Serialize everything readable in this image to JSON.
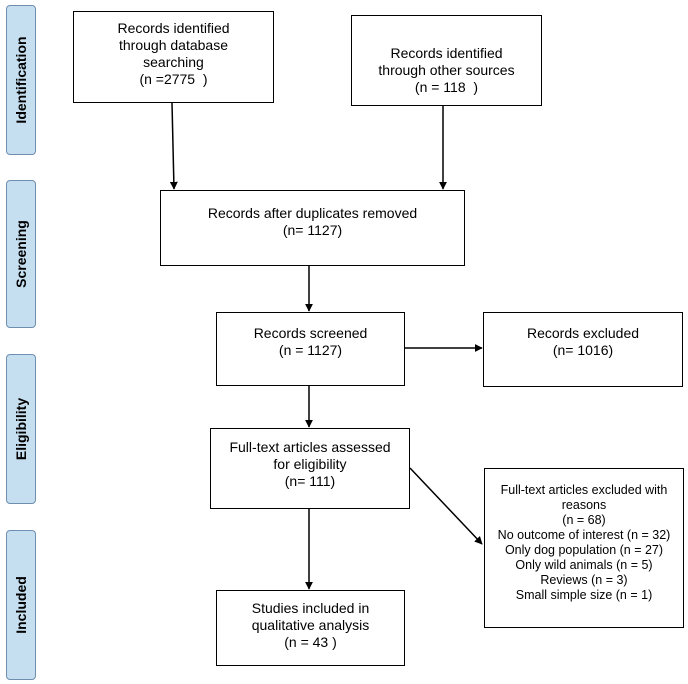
{
  "phases": {
    "identification": "Identification",
    "screening": "Screening",
    "eligibility": "Eligibility",
    "included": "Included"
  },
  "boxes": {
    "db_search": {
      "lines": [
        "Records identified",
        "through database",
        "searching",
        "(n =2775  )"
      ]
    },
    "other_sources": {
      "lines": [
        "Records identified",
        "through other sources",
        "(n = 118  )"
      ]
    },
    "after_duplicates": {
      "lines": [
        "Records after duplicates removed",
        "(n= 1127)"
      ]
    },
    "screened": {
      "lines": [
        "Records screened",
        "(n = 1127)"
      ]
    },
    "excluded": {
      "lines": [
        "Records excluded",
        "(n= 1016)"
      ]
    },
    "fulltext_assessed": {
      "lines": [
        "Full-text articles assessed",
        "for eligibility",
        "(n= 111)"
      ]
    },
    "fulltext_excluded": {
      "lines": [
        "Full-text articles excluded with",
        "reasons",
        "(n = 68)",
        "No outcome of interest (n = 32)",
        "Only dog population (n = 27)",
        "Only wild animals (n = 5)",
        "Reviews (n = 3)",
        "Small simple size (n = 1)"
      ]
    },
    "included": {
      "lines": [
        "Studies included in",
        "qualitative analysis",
        "(n = 43 )"
      ]
    }
  }
}
